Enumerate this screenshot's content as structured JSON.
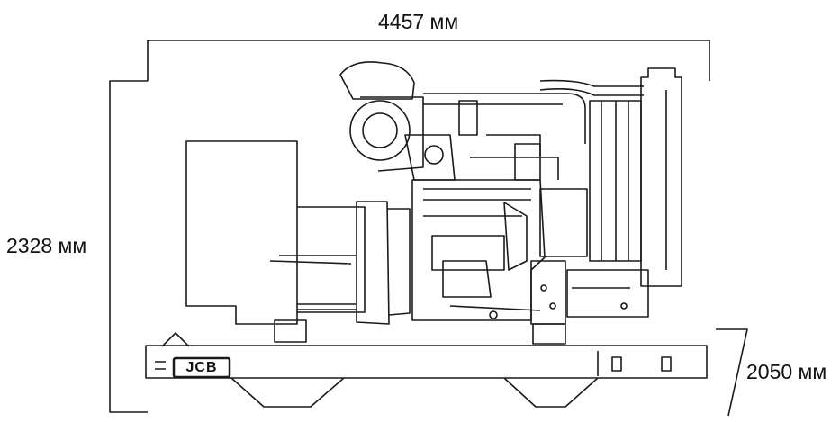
{
  "dimensions": {
    "length": "4457 мм",
    "height": "2328 мм",
    "width": "2050 мм"
  },
  "brand": {
    "logo_text": "JCB"
  },
  "colors": {
    "line": "#1a1a1a",
    "background": "#ffffff"
  }
}
